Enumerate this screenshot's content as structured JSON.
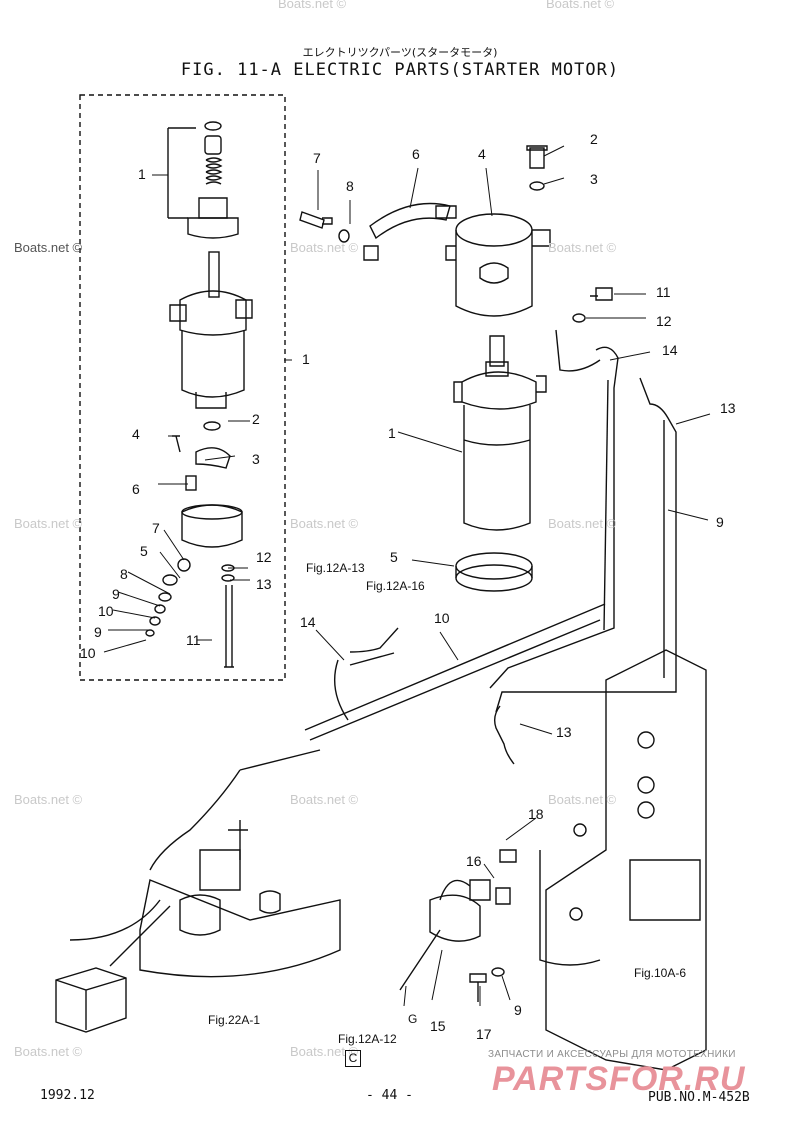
{
  "header": {
    "subtitle_jp": "エレクトリツクパーツ(スタータモータ)",
    "title": "FIG. 11-A ELECTRIC PARTS(STARTER MOTOR)"
  },
  "watermark": "Boats.net ©",
  "callouts_exploded": [
    "1",
    "2",
    "3",
    "4",
    "6",
    "7",
    "5",
    "8",
    "9",
    "10",
    "9",
    "10",
    "12",
    "13",
    "11",
    "1"
  ],
  "callouts_main": [
    "6",
    "7",
    "8",
    "4",
    "2",
    "3",
    "11",
    "12",
    "14",
    "13",
    "1",
    "9",
    "5",
    "10",
    "14",
    "13",
    "18",
    "16",
    "15",
    "17",
    "9"
  ],
  "references": {
    "fig12a13": "Fig.12A-13",
    "fig12a16": "Fig.12A-16",
    "fig10a6": "Fig.10A-6",
    "fig22a1": "Fig.22A-1",
    "fig12a12": "Fig.12A-12",
    "g_label": "G",
    "boxed": "C"
  },
  "footer": {
    "date": "1992.12",
    "page": "- 44 -",
    "pub": "PUB.NO.M-452B"
  },
  "branding": {
    "tagline": "ЗАПЧАСТИ И АКСЕССУАРЫ ДЛЯ МОТОТЕХНИКИ",
    "logo": "PARTSFOR.RU"
  }
}
